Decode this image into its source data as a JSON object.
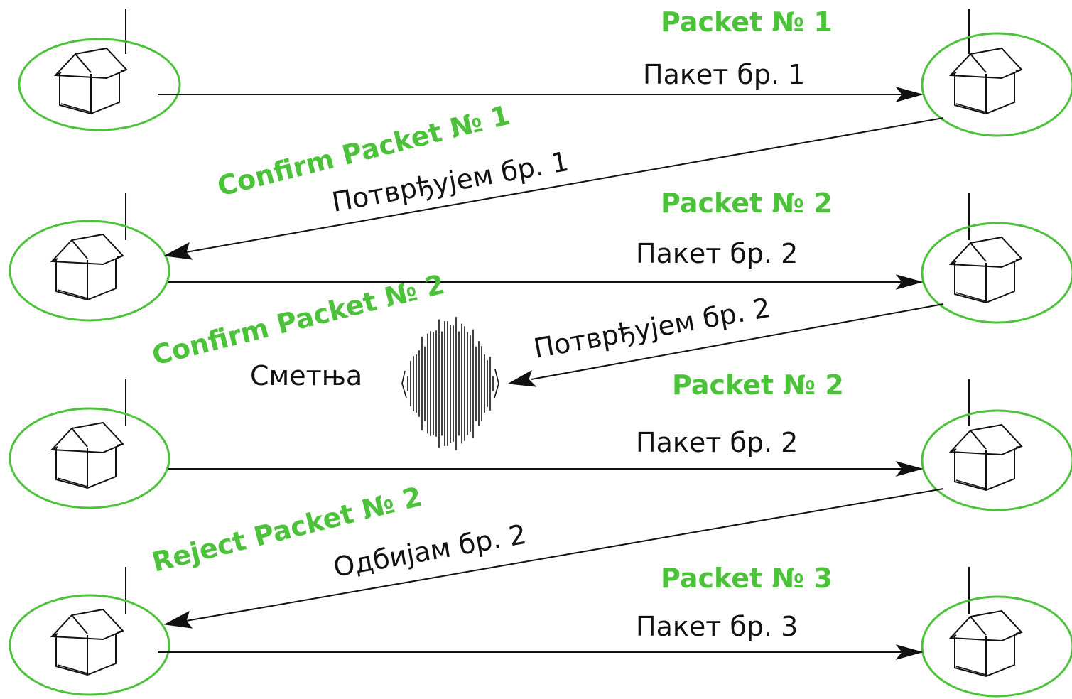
{
  "colors": {
    "accent": "#4cc23a",
    "ink": "#111111",
    "background": "#ffffff"
  },
  "icons": {
    "station": "house-icon",
    "antenna": "antenna-icon",
    "noise": "noise-burst-icon"
  },
  "rows": [
    {
      "forward": {
        "english": "Packet № 1",
        "serbian": "Пакет бр. 1"
      },
      "reply": {
        "english": "Confirm Packet № 1",
        "serbian": "Потврђујем бр. 1"
      }
    },
    {
      "forward": {
        "english": "Packet № 2",
        "serbian": "Пакет бр. 2"
      },
      "reply": {
        "english": "Confirm Packet № 2",
        "serbian": "Потврђујем бр. 2"
      }
    },
    {
      "forward": {
        "english": "Packet № 2",
        "serbian": "Пакет бр. 2"
      },
      "reply": {
        "english": "Reject Packet № 2",
        "serbian": "Одбијам бр. 2"
      }
    },
    {
      "forward": {
        "english": "Packet № 3",
        "serbian": "Пакет бр. 3"
      }
    }
  ],
  "noise": {
    "label": "Сметња"
  }
}
